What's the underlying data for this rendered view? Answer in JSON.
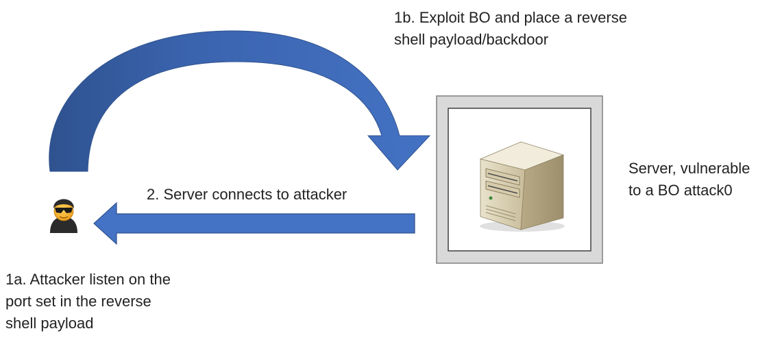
{
  "labels": {
    "exploit_line1": "1b. Exploit BO and place a reverse",
    "exploit_line2": "shell payload/backdoor",
    "connect": "2. Server connects to attacker",
    "server_line1": "Server, vulnerable",
    "server_line2": "to a BO attack0",
    "attacker_line1": "1a. Attacker listen on the",
    "attacker_line2": "port set in the reverse",
    "attacker_line3": "shell payload"
  },
  "icons": {
    "attacker": "hacker-icon",
    "server": "server-tower-icon"
  },
  "colors": {
    "arrow": "#4472c4",
    "arrow_dark": "#2f528f",
    "frame_fill": "#d9d9d9",
    "frame_border": "#7f7f7f"
  }
}
